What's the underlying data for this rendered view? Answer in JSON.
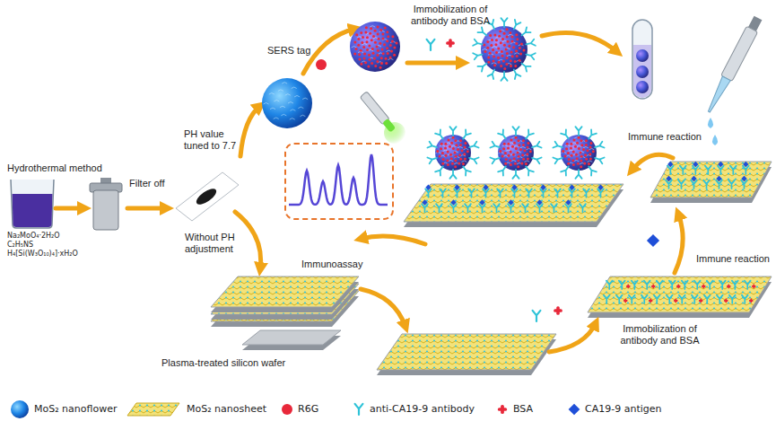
{
  "diagram": {
    "labels": [
      "Hydrothermal method",
      "Na₂MoO₄·2H₂O",
      "C₂H₅NS",
      "H₄[Si(W₃O₁₀)₄]·xH₂O",
      "Filter off",
      "PH value tuned to 7.7",
      "SERS tag",
      "Immobilization of antibody and BSA",
      "Immune reaction",
      "Without PH adjustment",
      "Immunoassay",
      "Immune reaction",
      "Plasma-treated silicon wafer",
      "Immobilization of antibody and BSA"
    ],
    "legend": [
      {
        "text": "MoS₂ nanoflower"
      },
      {
        "text": "MoS₂ nanosheet"
      },
      {
        "text": "R6G"
      },
      {
        "text": "anti-CA19-9 antibody"
      },
      {
        "text": "BSA"
      },
      {
        "text": "CA19-9 antigen"
      }
    ]
  }
}
